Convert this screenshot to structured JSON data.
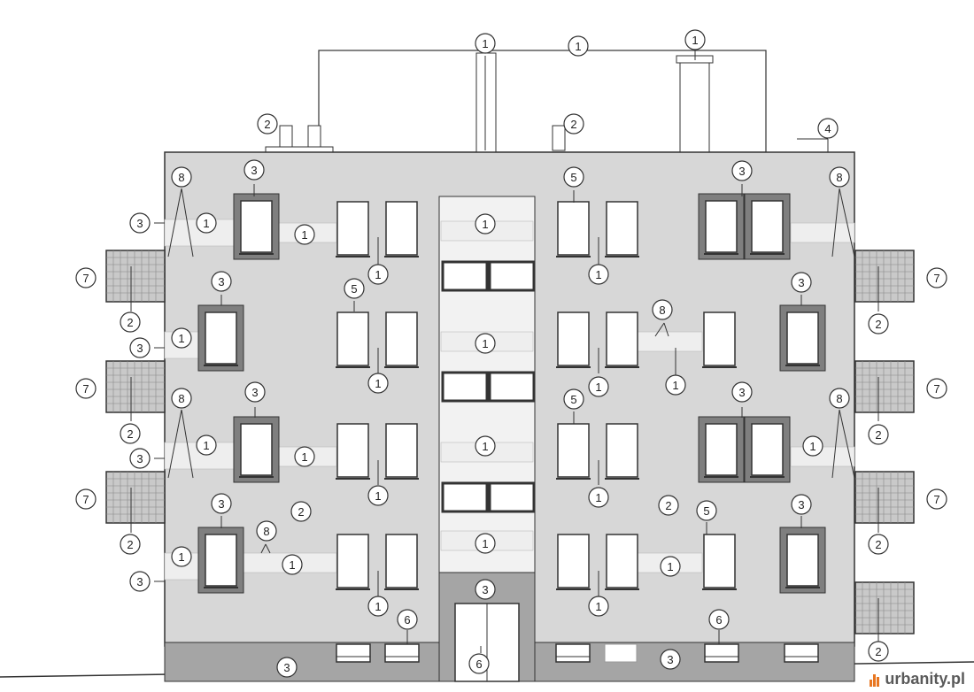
{
  "callout_labels": [
    "1",
    "2",
    "3",
    "4",
    "5",
    "6",
    "7",
    "8"
  ],
  "brand": {
    "name": "urbanity.pl",
    "accent": "#e87722",
    "icon": "building-bars-icon"
  },
  "colors": {
    "wall": "#d7d7d7",
    "plinth": "#a5a5a5",
    "frame": "#7f7f7f",
    "stripe": "#eeeeee",
    "line": "#333333"
  }
}
